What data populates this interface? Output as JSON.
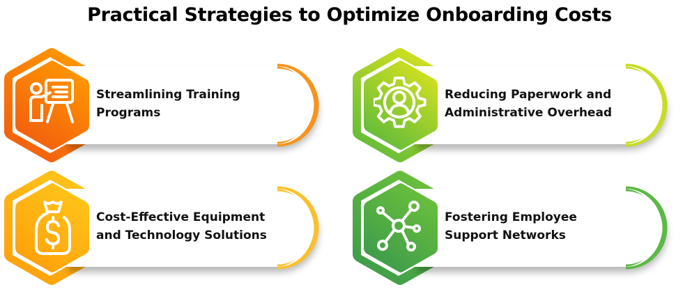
{
  "title": "Practical Strategies to Optimize Onboarding Costs",
  "cards": [
    {
      "line1": "Streamlining Training",
      "line2": "Programs",
      "icon": "presentation-board-icon",
      "color_top": "#ff9a00",
      "color_bottom": "#f25c0f",
      "arc_color": "#f7941d"
    },
    {
      "line1": "Reducing Paperwork and",
      "line2": "Administrative Overhead",
      "icon": "gear-user-icon",
      "color_top": "#d8e21f",
      "color_bottom": "#5dba3b",
      "arc_color": "#c8dc27"
    },
    {
      "line1": "Cost-Effective Equipment",
      "line2": "and Technology Solutions",
      "icon": "money-bag-dollar-icon",
      "color_top": "#ffc61b",
      "color_bottom": "#ff9f0a",
      "arc_color": "#fbc02d"
    },
    {
      "line1": "Fostering Employee",
      "line2": "Support Networks",
      "icon": "network-nodes-icon",
      "color_top": "#6cc23a",
      "color_bottom": "#3c9a4c",
      "arc_color": "#5cb946"
    }
  ]
}
